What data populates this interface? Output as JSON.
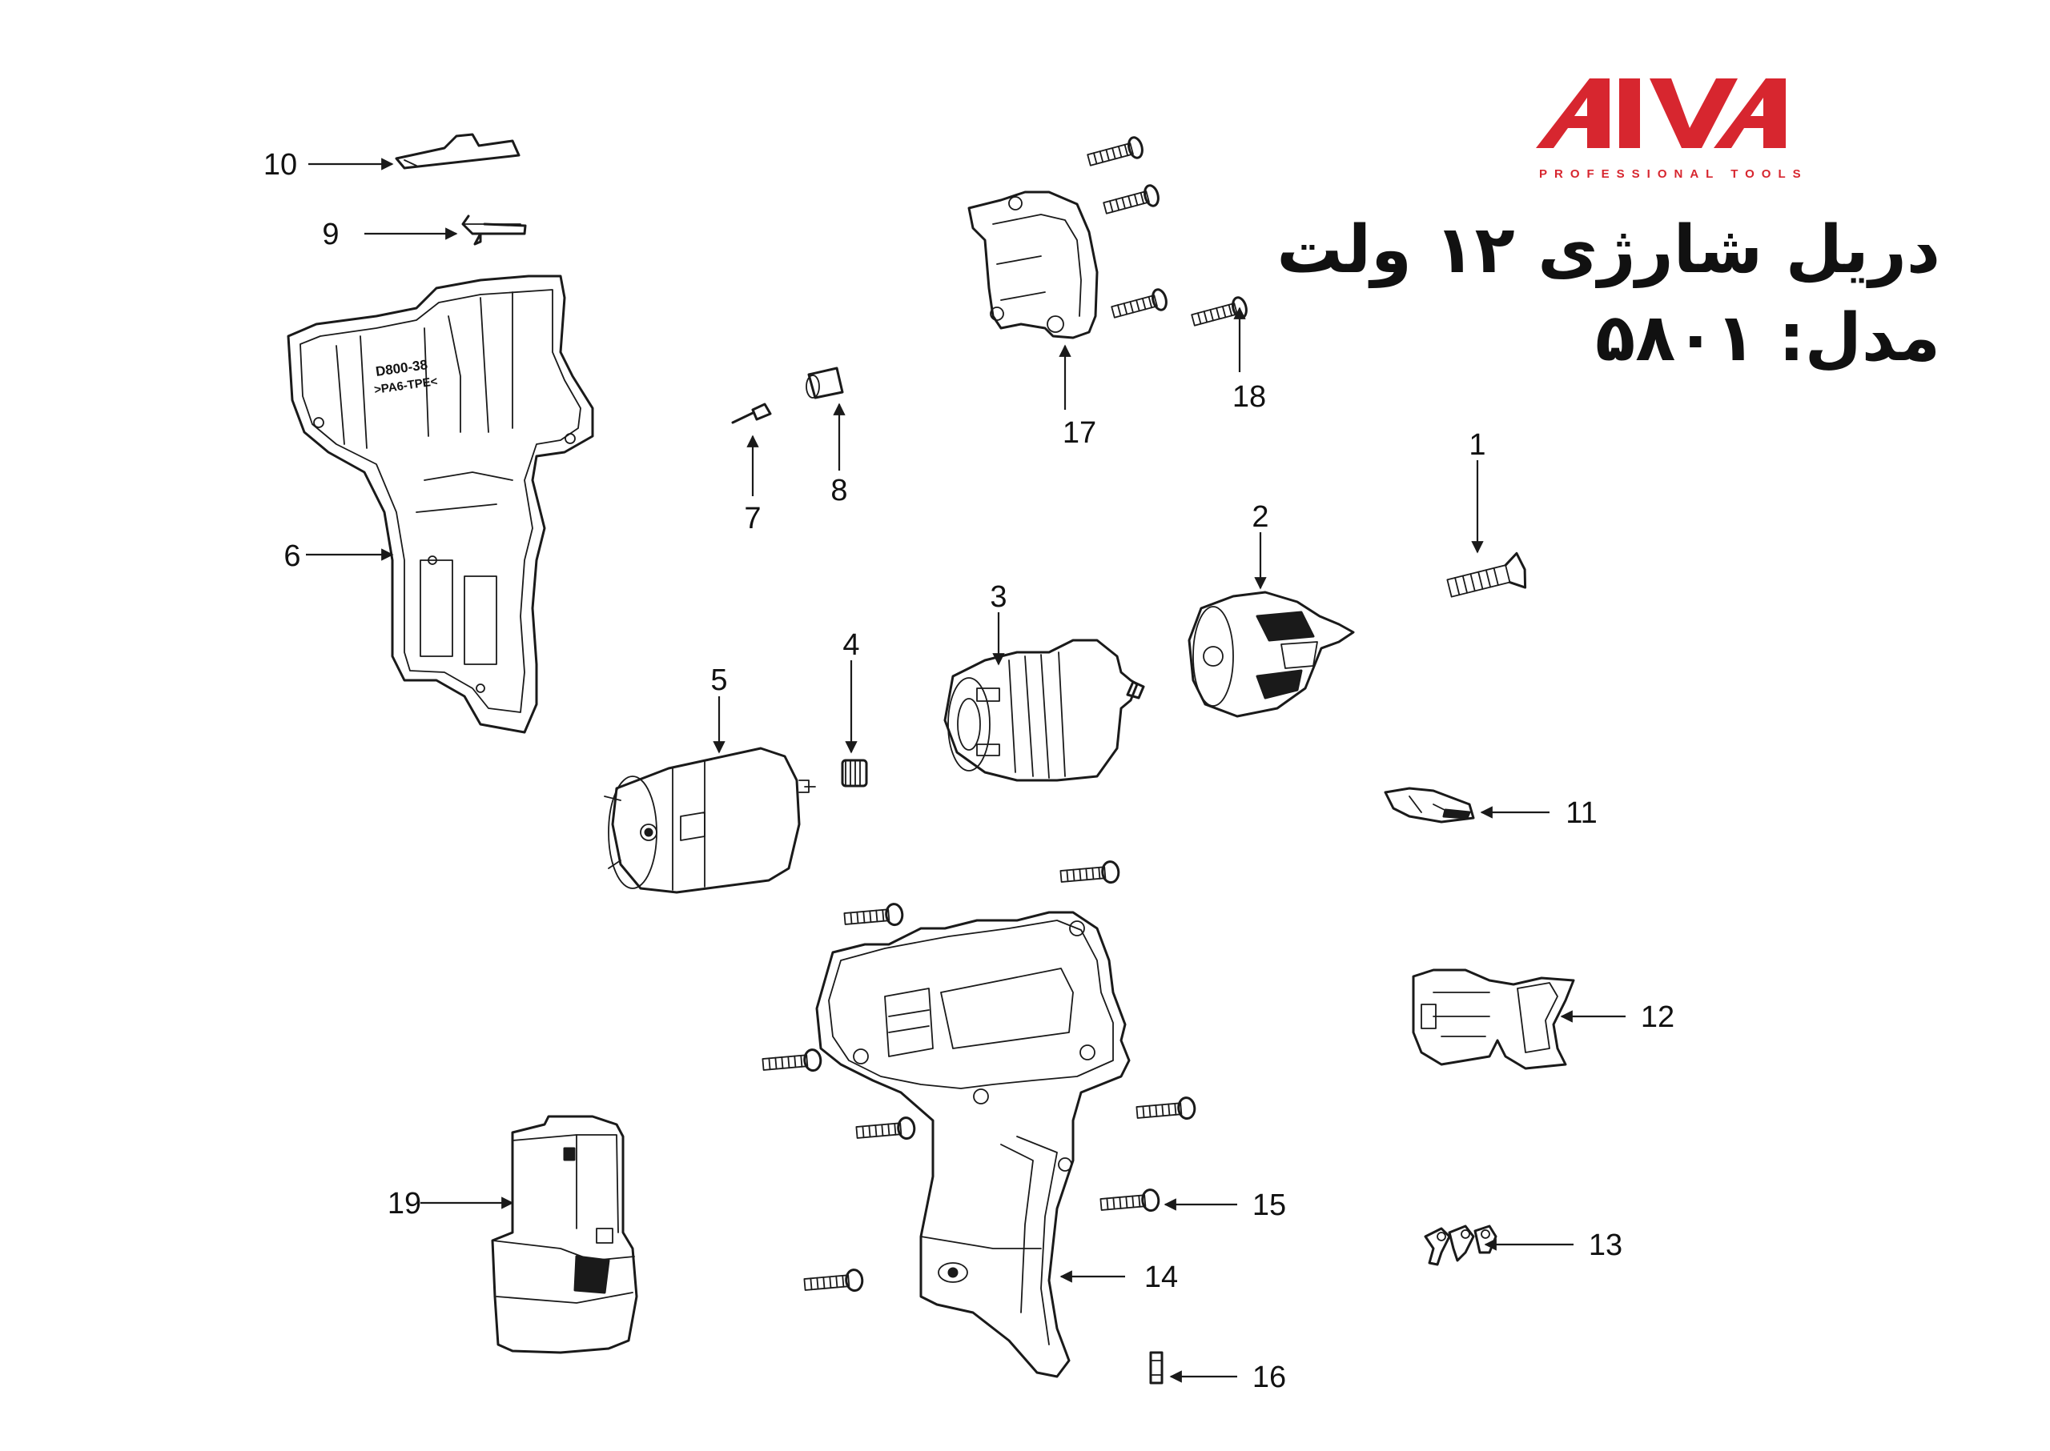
{
  "brand": {
    "name": "AIVA",
    "tagline": "PROFESSIONAL TOOLS",
    "color": "#d7262f"
  },
  "title": {
    "line1": "دریل شارژی ۱۲ ولت",
    "line2": "مدل: ۵۸۰۱"
  },
  "callouts": [
    {
      "id": "1",
      "label": "1"
    },
    {
      "id": "2",
      "label": "2"
    },
    {
      "id": "3",
      "label": "3"
    },
    {
      "id": "4",
      "label": "4"
    },
    {
      "id": "5",
      "label": "5"
    },
    {
      "id": "6",
      "label": "6"
    },
    {
      "id": "7",
      "label": "7"
    },
    {
      "id": "8",
      "label": "8"
    },
    {
      "id": "9",
      "label": "9"
    },
    {
      "id": "10",
      "label": "10"
    },
    {
      "id": "11",
      "label": "11"
    },
    {
      "id": "12",
      "label": "12"
    },
    {
      "id": "13",
      "label": "13"
    },
    {
      "id": "14",
      "label": "14"
    },
    {
      "id": "15",
      "label": "15"
    },
    {
      "id": "16",
      "label": "16"
    },
    {
      "id": "17",
      "label": "17"
    },
    {
      "id": "18",
      "label": "18"
    },
    {
      "id": "19",
      "label": "19"
    }
  ],
  "housing_marking": {
    "line1": "D800-38",
    "line2": ">PA6-TPE<"
  }
}
